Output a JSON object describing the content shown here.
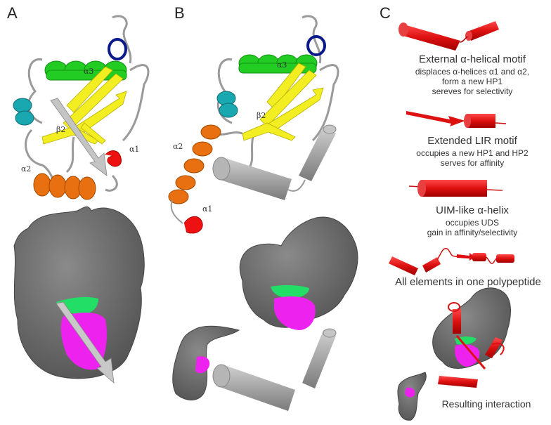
{
  "panels": {
    "A": {
      "label": "A",
      "annotations": {
        "alpha3": "α3",
        "beta2": "β2",
        "alpha1": "α1",
        "alpha2": "α2"
      }
    },
    "B": {
      "label": "B",
      "annotations": {
        "alpha3": "α3",
        "beta2": "β2",
        "alpha1": "α1",
        "alpha2": "α2"
      }
    },
    "C": {
      "label": "C",
      "items": [
        {
          "title": "External α-helical motif",
          "lines": [
            "displaces α-helices α1 and α2,",
            "form a new HP1",
            "sereves for selectivity"
          ]
        },
        {
          "title": "Extended LIR motif",
          "lines": [
            "occupies a new HP1 and HP2",
            "serves for affinity"
          ]
        },
        {
          "title": "UIM-like α-helix",
          "lines": [
            "occupies UDS",
            "gain in affinity/selectivity"
          ]
        },
        {
          "title": "All elements in one polypeptide",
          "lines": []
        },
        {
          "title": "Resulting interaction",
          "lines": []
        }
      ]
    }
  },
  "colors": {
    "helix_alpha3": "#22cc22",
    "helix_alpha1": "#ee1111",
    "helix_alpha2": "#e87010",
    "helix_cyan": "#1aa8b0",
    "helix_blue": "#0a1a8a",
    "beta_sheet": "#f2ee22",
    "loop": "#9a9a9a",
    "surface": "#6e6e6e",
    "site_magenta": "#ee22ee",
    "site_green": "#22dd66",
    "cylinder_gray": "#a8a8a8",
    "cylinder_red": "#dd1111"
  }
}
